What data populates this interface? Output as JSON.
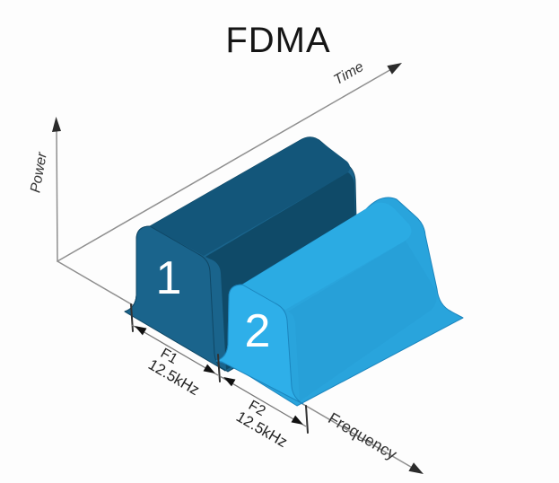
{
  "title": "FDMA",
  "axes": {
    "power_label": "Power",
    "time_label": "Time",
    "frequency_label": "Frequency"
  },
  "channels": [
    {
      "number": "1",
      "band": "F1",
      "bandwidth": "12.5kHz",
      "colors": {
        "front": "#1A648C",
        "top": "#13567A",
        "side": "#0F4A68"
      }
    },
    {
      "number": "2",
      "band": "F2",
      "bandwidth": "12.5kHz",
      "colors": {
        "front": "#2EAFE9",
        "top": "#2BABE3",
        "side": "#27A0D8",
        "silhouette": "#29A4DC"
      }
    }
  ],
  "colors": {
    "axis_line": "#8f8f8f",
    "arrow": "#2b2b2b",
    "dim_line": "#777777",
    "tick": "#333333",
    "dim_arrow": "#111111",
    "label_text": "#222222",
    "axis_text": "#333333",
    "title_text": "#151515",
    "channel_label_text": "#ffffff"
  }
}
